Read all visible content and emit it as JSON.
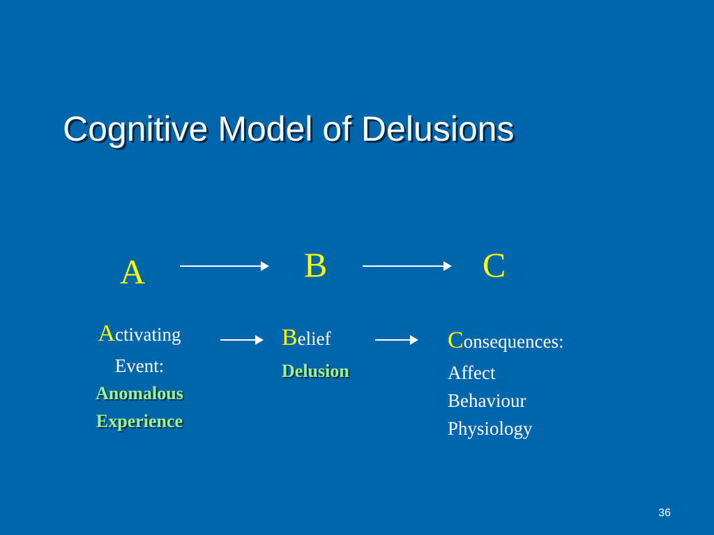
{
  "slide": {
    "title": "Cognitive Model of Delusions",
    "page_number": "36"
  },
  "top_row": {
    "a": "A",
    "b": "B",
    "c": "C"
  },
  "activating": {
    "initial": "A",
    "rest": "ctivating",
    "line2": "Event:",
    "highlight1": "Anomalous",
    "highlight2": "Experience"
  },
  "belief": {
    "initial": "B",
    "rest": "elief",
    "highlight": "Delusion"
  },
  "consequences": {
    "initial": "C",
    "rest": "onsequences:",
    "items": [
      "Affect",
      "Behaviour",
      "Physiology"
    ]
  },
  "colors": {
    "background": "#0066ab",
    "accent": "#ffff00",
    "highlight": "#a0f090"
  }
}
